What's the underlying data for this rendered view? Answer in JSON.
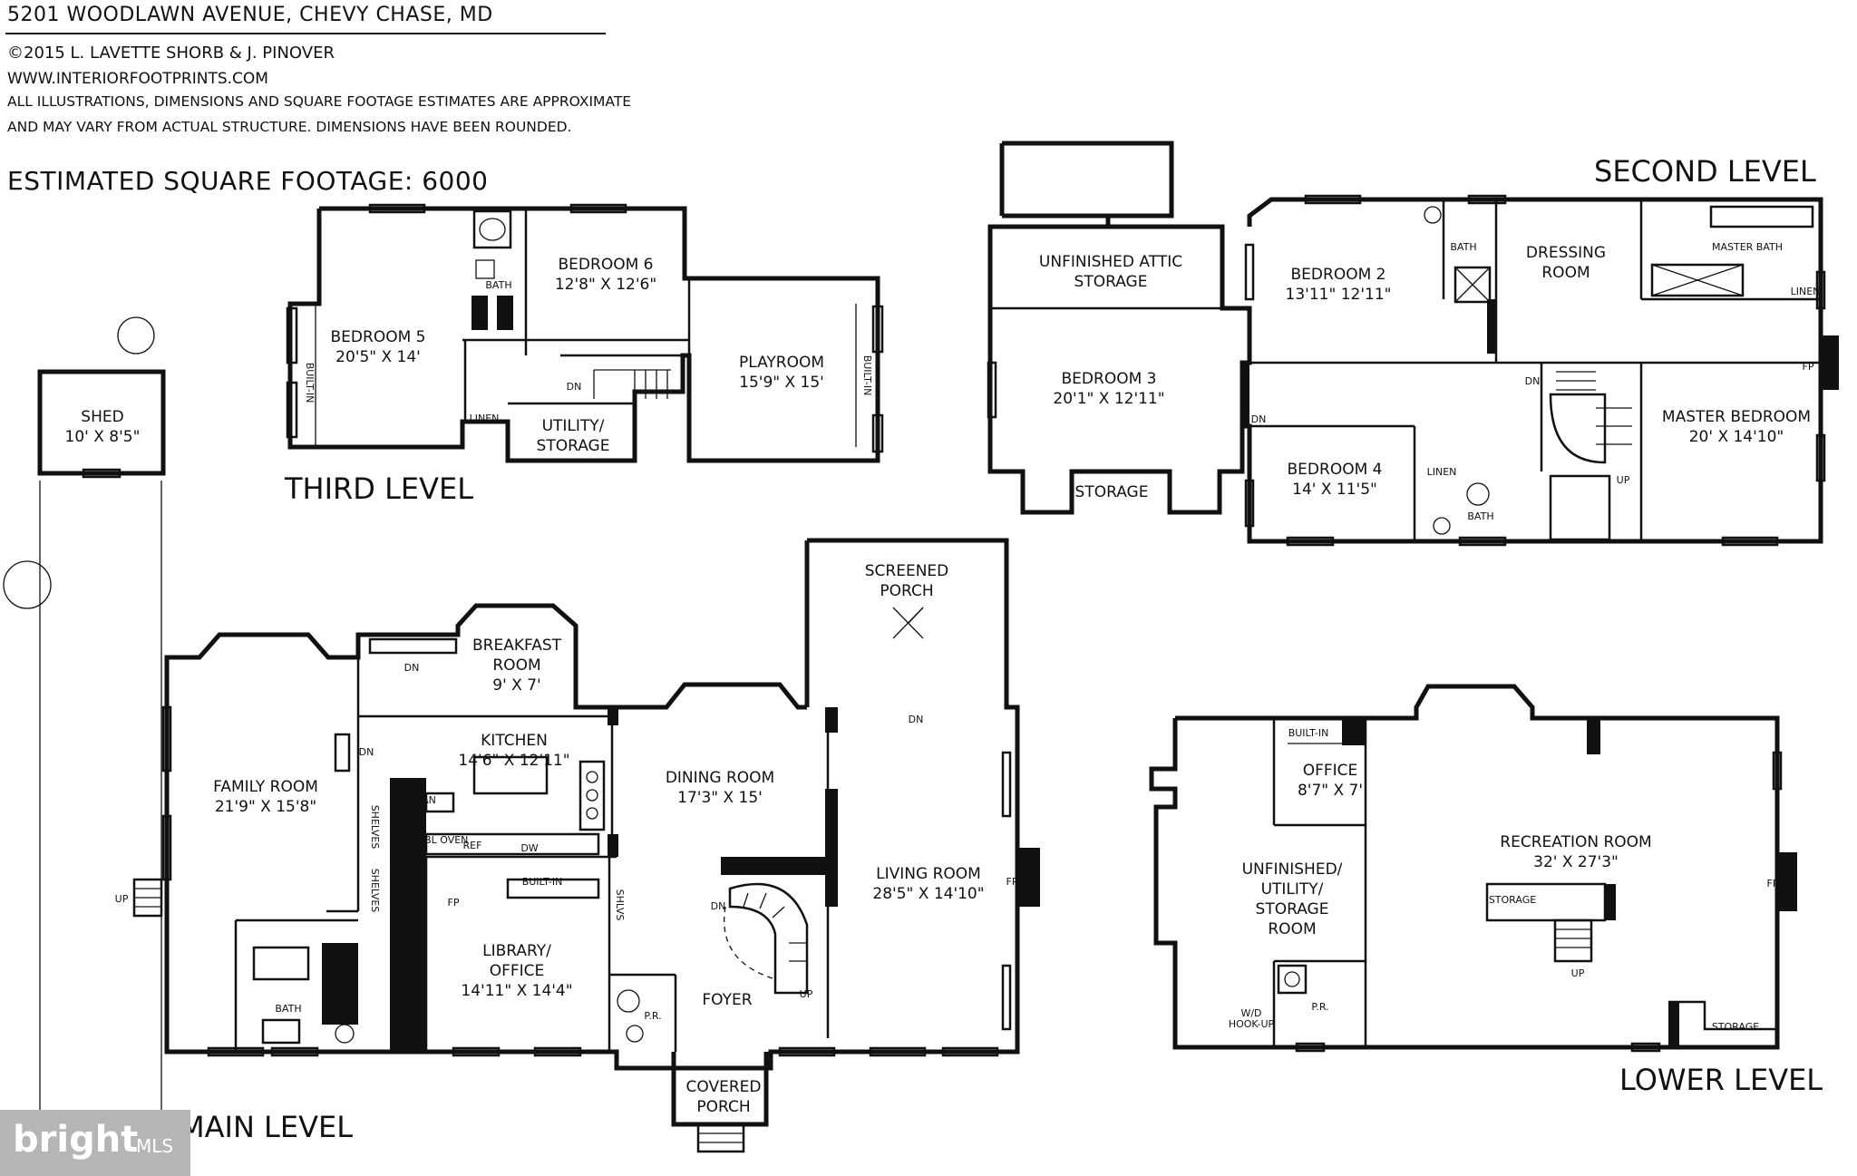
{
  "header": {
    "address": "5201 WOODLAWN AVENUE, CHEVY CHASE, MD",
    "copyright": "©2015 L. LAVETTE SHORB & J. PINOVER",
    "website": "WWW.INTERIORFOOTPRINTS.COM",
    "disclaimer_line1": "ALL ILLUSTRATIONS, DIMENSIONS AND SQUARE FOOTAGE ESTIMATES ARE APPROXIMATE",
    "disclaimer_line2": "AND MAY VARY FROM ACTUAL STRUCTURE. DIMENSIONS HAVE BEEN ROUNDED.",
    "square_footage": "ESTIMATED SQUARE FOOTAGE: 6000"
  },
  "levels": {
    "third": "THIRD LEVEL",
    "second": "SECOND LEVEL",
    "main": "MAIN LEVEL",
    "lower": "LOWER LEVEL"
  },
  "rooms": {
    "shed": {
      "name": "SHED",
      "dims": "10' X 8'5\""
    },
    "bedroom5": {
      "name": "BEDROOM 5",
      "dims": "20'5\" X 14'"
    },
    "bedroom6": {
      "name": "BEDROOM 6",
      "dims": "12'8\" X 12'6\""
    },
    "playroom": {
      "name": "PLAYROOM",
      "dims": "15'9\" X 15'"
    },
    "utility_storage_3": {
      "line1": "UTILITY/",
      "line2": "STORAGE"
    },
    "bath_3": "BATH",
    "linen_3": "LINEN",
    "builtin_3a": "BUILT-IN",
    "builtin_3b": "BUILT-IN",
    "attic": {
      "line1": "UNFINISHED ATTIC",
      "line2": "STORAGE"
    },
    "bedroom3": {
      "name": "BEDROOM 3",
      "dims": "20'1\" X 12'11\""
    },
    "storage_2": "STORAGE",
    "bedroom2": {
      "name": "BEDROOM 2",
      "dims": "13'11\" 12'11\""
    },
    "bath_2a": "BATH",
    "dressing": {
      "line1": "DRESSING",
      "line2": "ROOM"
    },
    "master_bath": "MASTER BATH",
    "linen_2a": "LINEN",
    "bedroom4": {
      "name": "BEDROOM 4",
      "dims": "14' X 11'5\""
    },
    "linen_2b": "LINEN",
    "bath_2b": "BATH",
    "master_bedroom": {
      "name": "MASTER BEDROOM",
      "dims": "20' X 14'10\""
    },
    "screened_porch": {
      "line1": "SCREENED",
      "line2": "PORCH"
    },
    "breakfast": {
      "name": "BREAKFAST",
      "line2": "ROOM",
      "dims": "9' X 7'"
    },
    "kitchen": {
      "name": "KITCHEN",
      "dims": "14'6\" X 12'11\""
    },
    "family_room": {
      "name": "FAMILY ROOM",
      "dims": "21'9\" X 15'8\""
    },
    "dining_room": {
      "name": "DINING ROOM",
      "dims": "17'3\" X 15'"
    },
    "living_room": {
      "name": "LIVING ROOM",
      "dims": "28'5\" X 14'10\""
    },
    "library": {
      "line1": "LIBRARY/",
      "line2": "OFFICE",
      "dims": "14'11\" X 14'4\""
    },
    "foyer": "FOYER",
    "covered_porch": {
      "line1": "COVERED",
      "line2": "PORCH"
    },
    "bath_main": "BATH",
    "pr_main": "P.R.",
    "office": {
      "name": "OFFICE",
      "dims": "8'7\" X 7'"
    },
    "unfinished": {
      "line1": "UNFINISHED/",
      "line2": "UTILITY/",
      "line3": "STORAGE",
      "line4": "ROOM"
    },
    "recreation": {
      "name": "RECREATION ROOM",
      "dims": "32' X 27'3\""
    },
    "storage_l1": "STORAGE",
    "storage_l2": "STORAGE",
    "pr_lower": "P.R.",
    "wd": {
      "line1": "W/D",
      "line2": "HOOK-UP"
    },
    "builtin_lower": "BUILT-IN"
  },
  "fixtures": {
    "dn": "DN",
    "up": "UP",
    "fp": "FP",
    "pan": "PAN",
    "dbl_oven": "DBL OVEN",
    "ref": "REF",
    "dw": "DW",
    "builtin_main": "BUILT-IN",
    "shelves": "SHELVES",
    "shlvs": "SHLVS"
  },
  "logo": {
    "brand": "bright",
    "suffix": "MLS"
  }
}
